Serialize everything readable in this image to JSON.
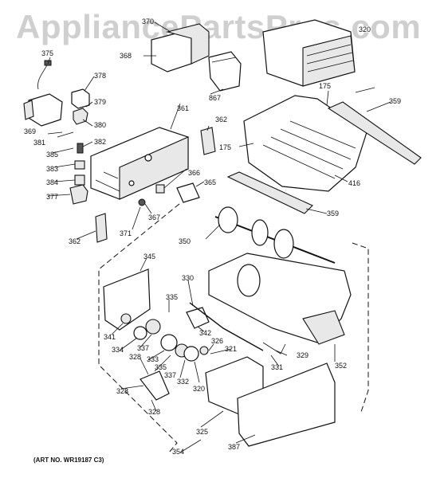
{
  "watermark": "AppliancePartsPros.com",
  "art_number": "(ART NO. WR19187 C3)",
  "labels": {
    "l320": "320",
    "l321": "321",
    "l325": "325",
    "l326": "326",
    "l328a": "328",
    "l328b": "328",
    "l328c": "328",
    "l329": "329",
    "l330": "330",
    "l331": "331",
    "l332": "332",
    "l333": "333",
    "l334": "334",
    "l335a": "335",
    "l335b": "335",
    "l337a": "337",
    "l337b": "337",
    "l341": "341",
    "l342": "342",
    "l345": "345",
    "l350": "350",
    "l352": "352",
    "l354": "354",
    "l359a": "359",
    "l359b": "359",
    "l361": "361",
    "l362a": "362",
    "l362b": "362",
    "l365": "365",
    "l366": "366",
    "l367": "367",
    "l368": "368",
    "l369": "369",
    "l370": "370",
    "l371": "371",
    "l375": "375",
    "l377": "377",
    "l378": "378",
    "l379": "379",
    "l380": "380",
    "l381": "381",
    "l382": "382",
    "l383": "383",
    "l384": "384",
    "l385": "385",
    "l387": "387",
    "l416": "416",
    "l175a": "175",
    "l175b": "175",
    "l867": "867"
  }
}
